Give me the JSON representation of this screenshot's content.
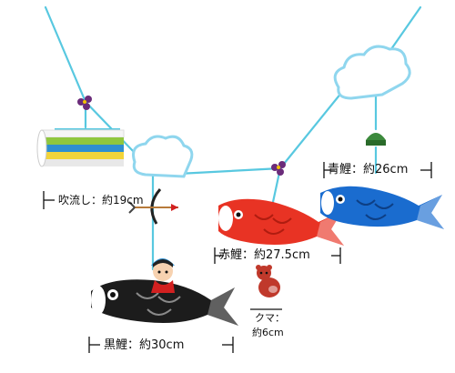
{
  "colors": {
    "cord": "#58c8e0",
    "cloud_edge": "#8fd6ee",
    "red_koi": "#e83324",
    "blue_koi": "#1a6ccf",
    "black_koi": "#1c1c1c",
    "windsock_green": "#7fbf3f",
    "windsock_blue": "#2e8fd0"
  },
  "icons": [
    "cloud-icon",
    "bow-and-arrow-icon",
    "kintaro-doll-icon",
    "bear-figure-icon",
    "kabuto-icon",
    "flower-knot-icon"
  ],
  "labels": {
    "fukinagashi": "吹流し：約19cm",
    "ao_koi": "青鯉：約26cm",
    "aka_koi": "赤鯉：約27.5cm",
    "kuma_name": "クマ：",
    "kuma_size": "約6cm",
    "kuro_koi": "黒鯉：約30cm"
  }
}
